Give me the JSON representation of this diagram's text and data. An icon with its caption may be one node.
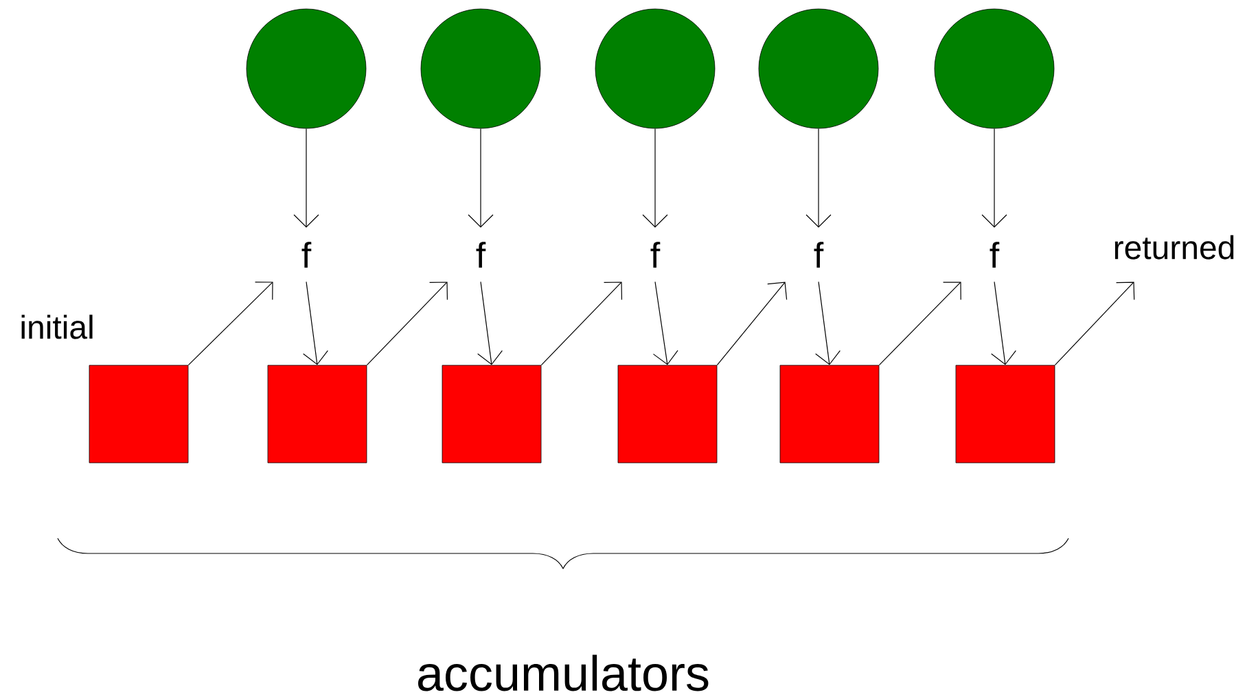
{
  "diagram": {
    "nodes": [
      {
        "text": [],
        "shape": "circle"
      },
      {
        "text": [],
        "shape": "circle"
      },
      {
        "text": [],
        "shape": "circle"
      },
      {
        "text": [],
        "shape": "circle"
      },
      {
        "text": [],
        "shape": "circle"
      },
      {
        "text": [
          "f"
        ]
      },
      {
        "text": [
          "f"
        ]
      },
      {
        "text": [
          "f"
        ]
      },
      {
        "text": [
          "f"
        ]
      },
      {
        "text": [
          "f"
        ]
      },
      {
        "text": [
          "returned"
        ]
      },
      {
        "text": [],
        "shape": "box"
      },
      {
        "text": [],
        "shape": "box"
      },
      {
        "text": [],
        "shape": "box"
      },
      {
        "text": [],
        "shape": "box"
      },
      {
        "text": [],
        "shape": "box"
      },
      {
        "text": [],
        "shape": "box"
      }
    ],
    "edges": [
      {
        "from": 0,
        "to": 5,
        "arrow": "to"
      },
      {
        "from": 1,
        "to": 6,
        "arrow": "to"
      },
      {
        "from": 2,
        "to": 7,
        "arrow": "to"
      },
      {
        "from": 3,
        "to": 8,
        "arrow": "to"
      },
      {
        "from": 4,
        "to": 9,
        "arrow": "to"
      },
      {
        "from": 11,
        "to": 5,
        "arrow": "to"
      },
      {
        "from": 12,
        "to": 6,
        "arrow": "to"
      },
      {
        "from": 13,
        "to": 7,
        "arrow": "to"
      },
      {
        "from": 14,
        "to": 8,
        "arrow": "to"
      },
      {
        "from": 15,
        "to": 9,
        "arrow": "to"
      },
      {
        "from": 16,
        "to": 10,
        "arrow": "to"
      },
      {
        "from": 5,
        "to": 12,
        "arrow": "to"
      },
      {
        "from": 6,
        "to": 13,
        "arrow": "to"
      },
      {
        "from": 7,
        "to": 14,
        "arrow": "to"
      },
      {
        "from": 8,
        "to": 15,
        "arrow": "to"
      },
      {
        "from": 9,
        "to": 16,
        "arrow": "to"
      }
    ],
    "labels": [
      "initial",
      "accumulators"
    ]
  }
}
